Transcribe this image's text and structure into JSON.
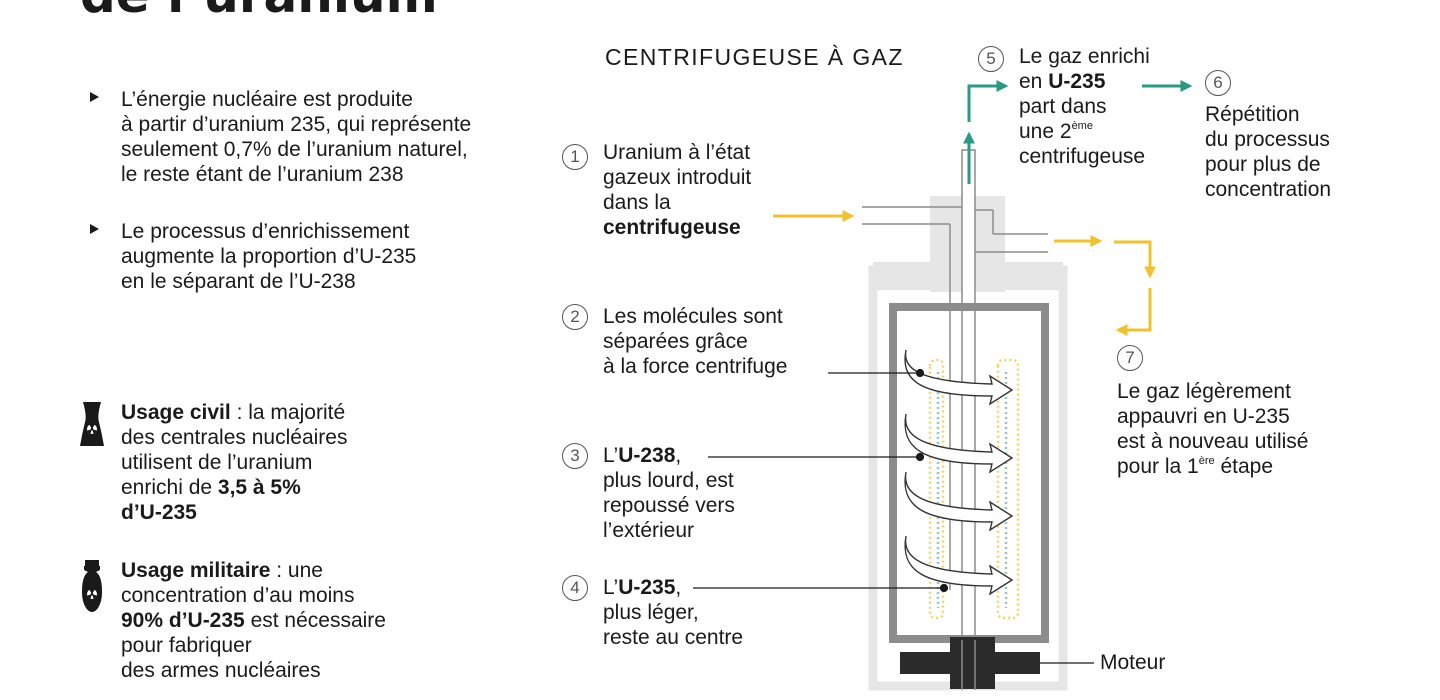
{
  "title": "de l’uranium",
  "bullets": [
    {
      "lines": [
        "L’énergie nucléaire est produite",
        "à partir d’uranium 235, qui représente",
        "seulement 0,7% de l’uranium naturel,",
        "le reste étant de l’uranium 238"
      ]
    },
    {
      "lines": [
        "Le processus d’enrichissement",
        "augmente la proportion d’U-235",
        "en le séparant de l’U-238"
      ]
    }
  ],
  "usage_civil": {
    "label": "Usage civil",
    "sep": " : ",
    "l1_rest": "la majorité",
    "l2": "des centrales nucléaires",
    "l3": "utilisent de l’uranium",
    "l4_pre": "enrichi de ",
    "l4_bold": "3,5 à 5%",
    "l5_bold": "d’U-235"
  },
  "usage_militaire": {
    "label": "Usage militaire",
    "sep": " : ",
    "l1_rest": "une",
    "l2": "concentration d’au moins",
    "l3_bold": "90% d’U-235",
    "l3_rest": " est nécessaire",
    "l4": "pour fabriquer",
    "l5": "des armes nucléaires"
  },
  "diagram": {
    "heading": "CENTRIFUGEUSE À GAZ",
    "colors": {
      "yellow": "#f2c12e",
      "teal": "#2a9a85",
      "gray": "#8c8c8c",
      "light": "#e6e6e6",
      "dark": "#2b2b2b"
    },
    "steps": [
      {
        "num": "1",
        "l1": "Uranium à l’état",
        "l2": "gazeux introduit",
        "l3": "dans la",
        "l4_bold": "centrifugeuse"
      },
      {
        "num": "2",
        "l1": "Les molécules sont",
        "l2": "séparées grâce",
        "l3": "à la force centrifuge"
      },
      {
        "num": "3",
        "l1_pre": "L’",
        "l1_bold": "U-238",
        "l1_post": ",",
        "l2": "plus lourd, est",
        "l3": "repoussé vers",
        "l4": "l’extérieur"
      },
      {
        "num": "4",
        "l1_pre": "L’",
        "l1_bold": "U-235",
        "l1_post": ",",
        "l2": "plus léger,",
        "l3": "reste au centre"
      },
      {
        "num": "5",
        "l1": "Le gaz enrichi",
        "l2_pre": "en ",
        "l2_bold": "U-235",
        "l3": "part dans",
        "l4_pre": "une 2",
        "l4_sup": "ème",
        "l5": "centrifugeuse"
      },
      {
        "num": "6",
        "l1": "Répétition",
        "l2": "du processus",
        "l3": "pour plus de",
        "l4": "concentration"
      },
      {
        "num": "7",
        "l1": "Le gaz légèrement",
        "l2": "appauvri en U-235",
        "l3": "est à nouveau utilisé",
        "l4_pre": "pour la 1",
        "l4_sup": "ère",
        "l4_post": " étape"
      }
    ],
    "motor_label": "Moteur"
  }
}
